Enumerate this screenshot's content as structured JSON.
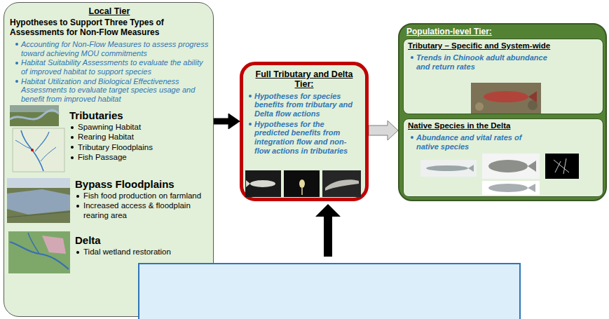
{
  "diagram": {
    "nodes": [
      {
        "text": [
          "Local Tier",
          "Hypotheses to Support Three Types of Assessments for Non-Flow Measures",
          "Accounting for Non-Flow Measures to assess progress toward achieving MOU commitments",
          "Habitat Suitability Assessments to evaluate the ability of improved habitat to support species",
          "Habitat Utilization and Biological Effectiveness Assessments to evaluate target species usage and benefit from improved habitat",
          "Tributaries",
          "Spawning Habitat",
          "Rearing Habitat",
          "Tributary Floodplains",
          "Fish Passage",
          "Bypass Floodplains",
          "Fish food production on farmland",
          "Increased access & floodplain rearing area",
          "Delta",
          "Tidal wetland restoration"
        ]
      },
      {
        "text": [
          "Full Tributary and Delta Tier:",
          "Hypotheses for species benefits from tributary and Delta flow actions",
          "Hypotheses for the predicted benefits from integration flow and non-flow actions in tributaries"
        ]
      },
      {
        "text": [
          "Population-level Tier:"
        ]
      },
      {
        "text": [
          "Tributary – Specific and System-wide",
          "Trends in Chinook adult abundance and return rates"
        ],
        "in": 2
      },
      {
        "text": [
          "Native Species in the Delta",
          "Abundance and vital rates of native species"
        ],
        "in": 2
      }
    ],
    "edges": [
      {
        "from": 0,
        "to": 1,
        "arrow": "to"
      },
      {
        "from": 1,
        "to": 2,
        "arrow": "to"
      }
    ]
  }
}
